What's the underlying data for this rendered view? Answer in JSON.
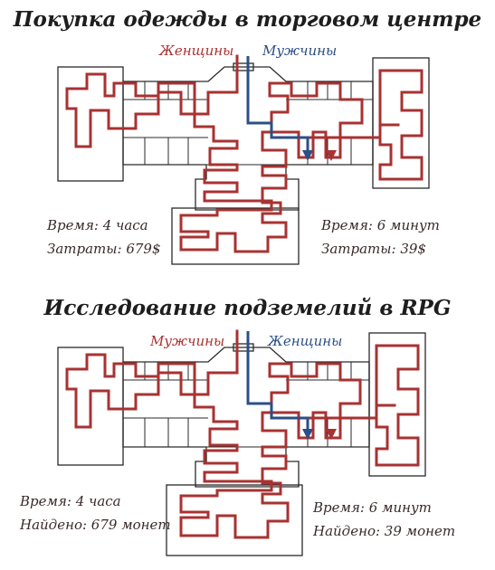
{
  "panels": [
    {
      "title": "Покупка одежды в торговом центре",
      "left_label": "Женщины",
      "right_label": "Мужчины",
      "left_time": "Время: 4 часа",
      "left_result": "Затраты: 679$",
      "right_time": "Время: 6 минут",
      "right_result": "Затраты: 39$"
    },
    {
      "title": "Исследование подземелий в RPG",
      "left_label": "Мужчины",
      "right_label": "Женщины",
      "left_time": "Время: 4 часа",
      "left_result": "Найдено: 679 монет",
      "right_time": "Время: 6 минут",
      "right_result": "Найдено: 39 монет"
    }
  ],
  "colors": {
    "long_path": "#a83232",
    "short_path": "#2c4f86",
    "walls": "#2a2a2a"
  }
}
